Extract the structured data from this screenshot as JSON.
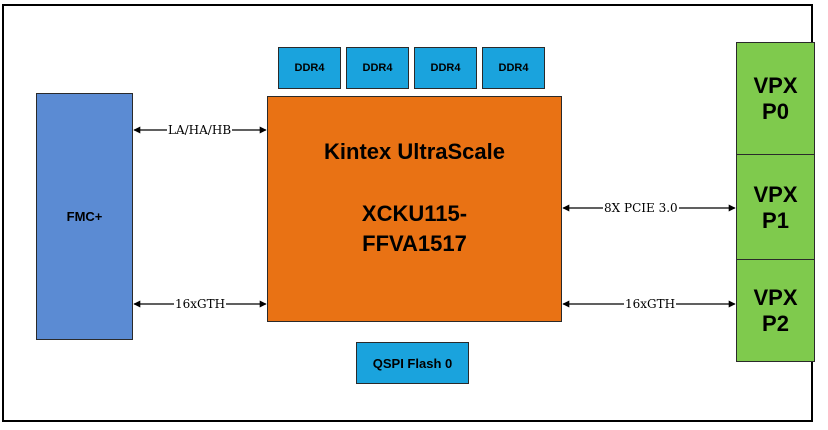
{
  "ddr_chips": [
    "DDR4",
    "DDR4",
    "DDR4",
    "DDR4"
  ],
  "fmc": {
    "label": "FMC+"
  },
  "fpga": {
    "line1": "Kintex UltraScale",
    "line2a": "XCKU115-",
    "line2b": "FFVA1517"
  },
  "qspi": {
    "label": "QSPI Flash 0"
  },
  "vpx": [
    {
      "line1": "VPX",
      "line2": "P0"
    },
    {
      "line1": "VPX",
      "line2": "P1"
    },
    {
      "line1": "VPX",
      "line2": "P2"
    }
  ],
  "links": {
    "fmc_fpga_top": "LA/HA/HB",
    "fmc_fpga_bottom": "16xGTH",
    "fpga_vpx_p1": "8X PCIE 3.0",
    "fpga_vpx_p2": "16xGTH"
  },
  "colors": {
    "ddr": "#1aa3dd",
    "fmc": "#5b8bd3",
    "fpga": "#e97214",
    "vpx": "#7fca4d"
  }
}
